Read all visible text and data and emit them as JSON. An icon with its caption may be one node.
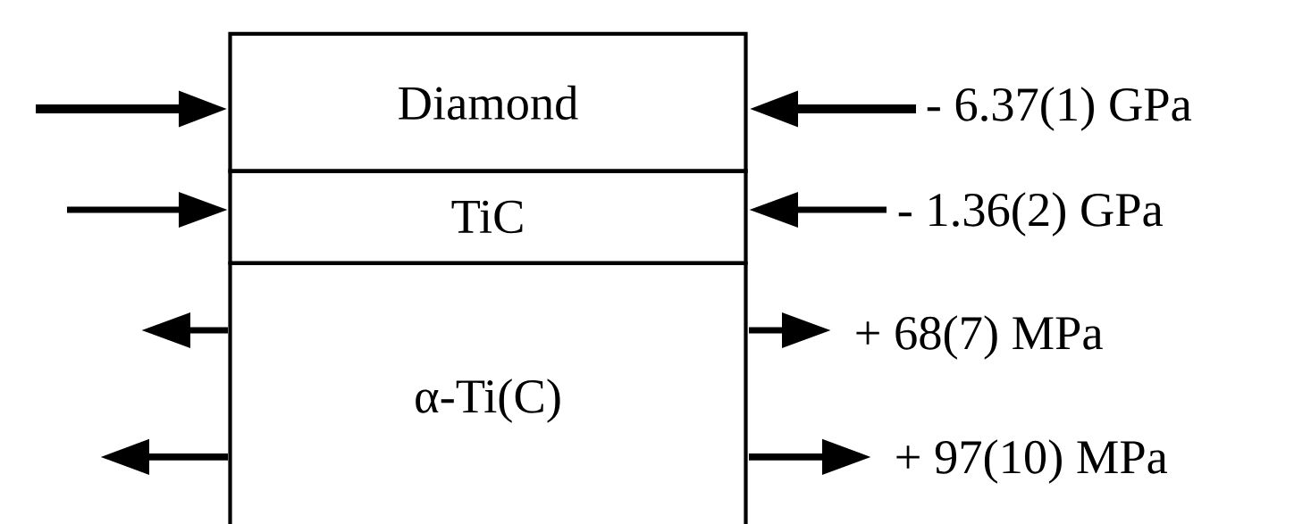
{
  "diagram": {
    "nodes": [
      {
        "text": [
          "Diamond"
        ]
      },
      {
        "text": [
          "TiC"
        ]
      },
      {
        "text": [
          "α-Ti(C)"
        ]
      }
    ],
    "labels": [
      "- 6.37(1) GPa",
      "- 1.36(2) GPa",
      "+ 68(7) MPa",
      "+ 97(10) MPa"
    ]
  }
}
